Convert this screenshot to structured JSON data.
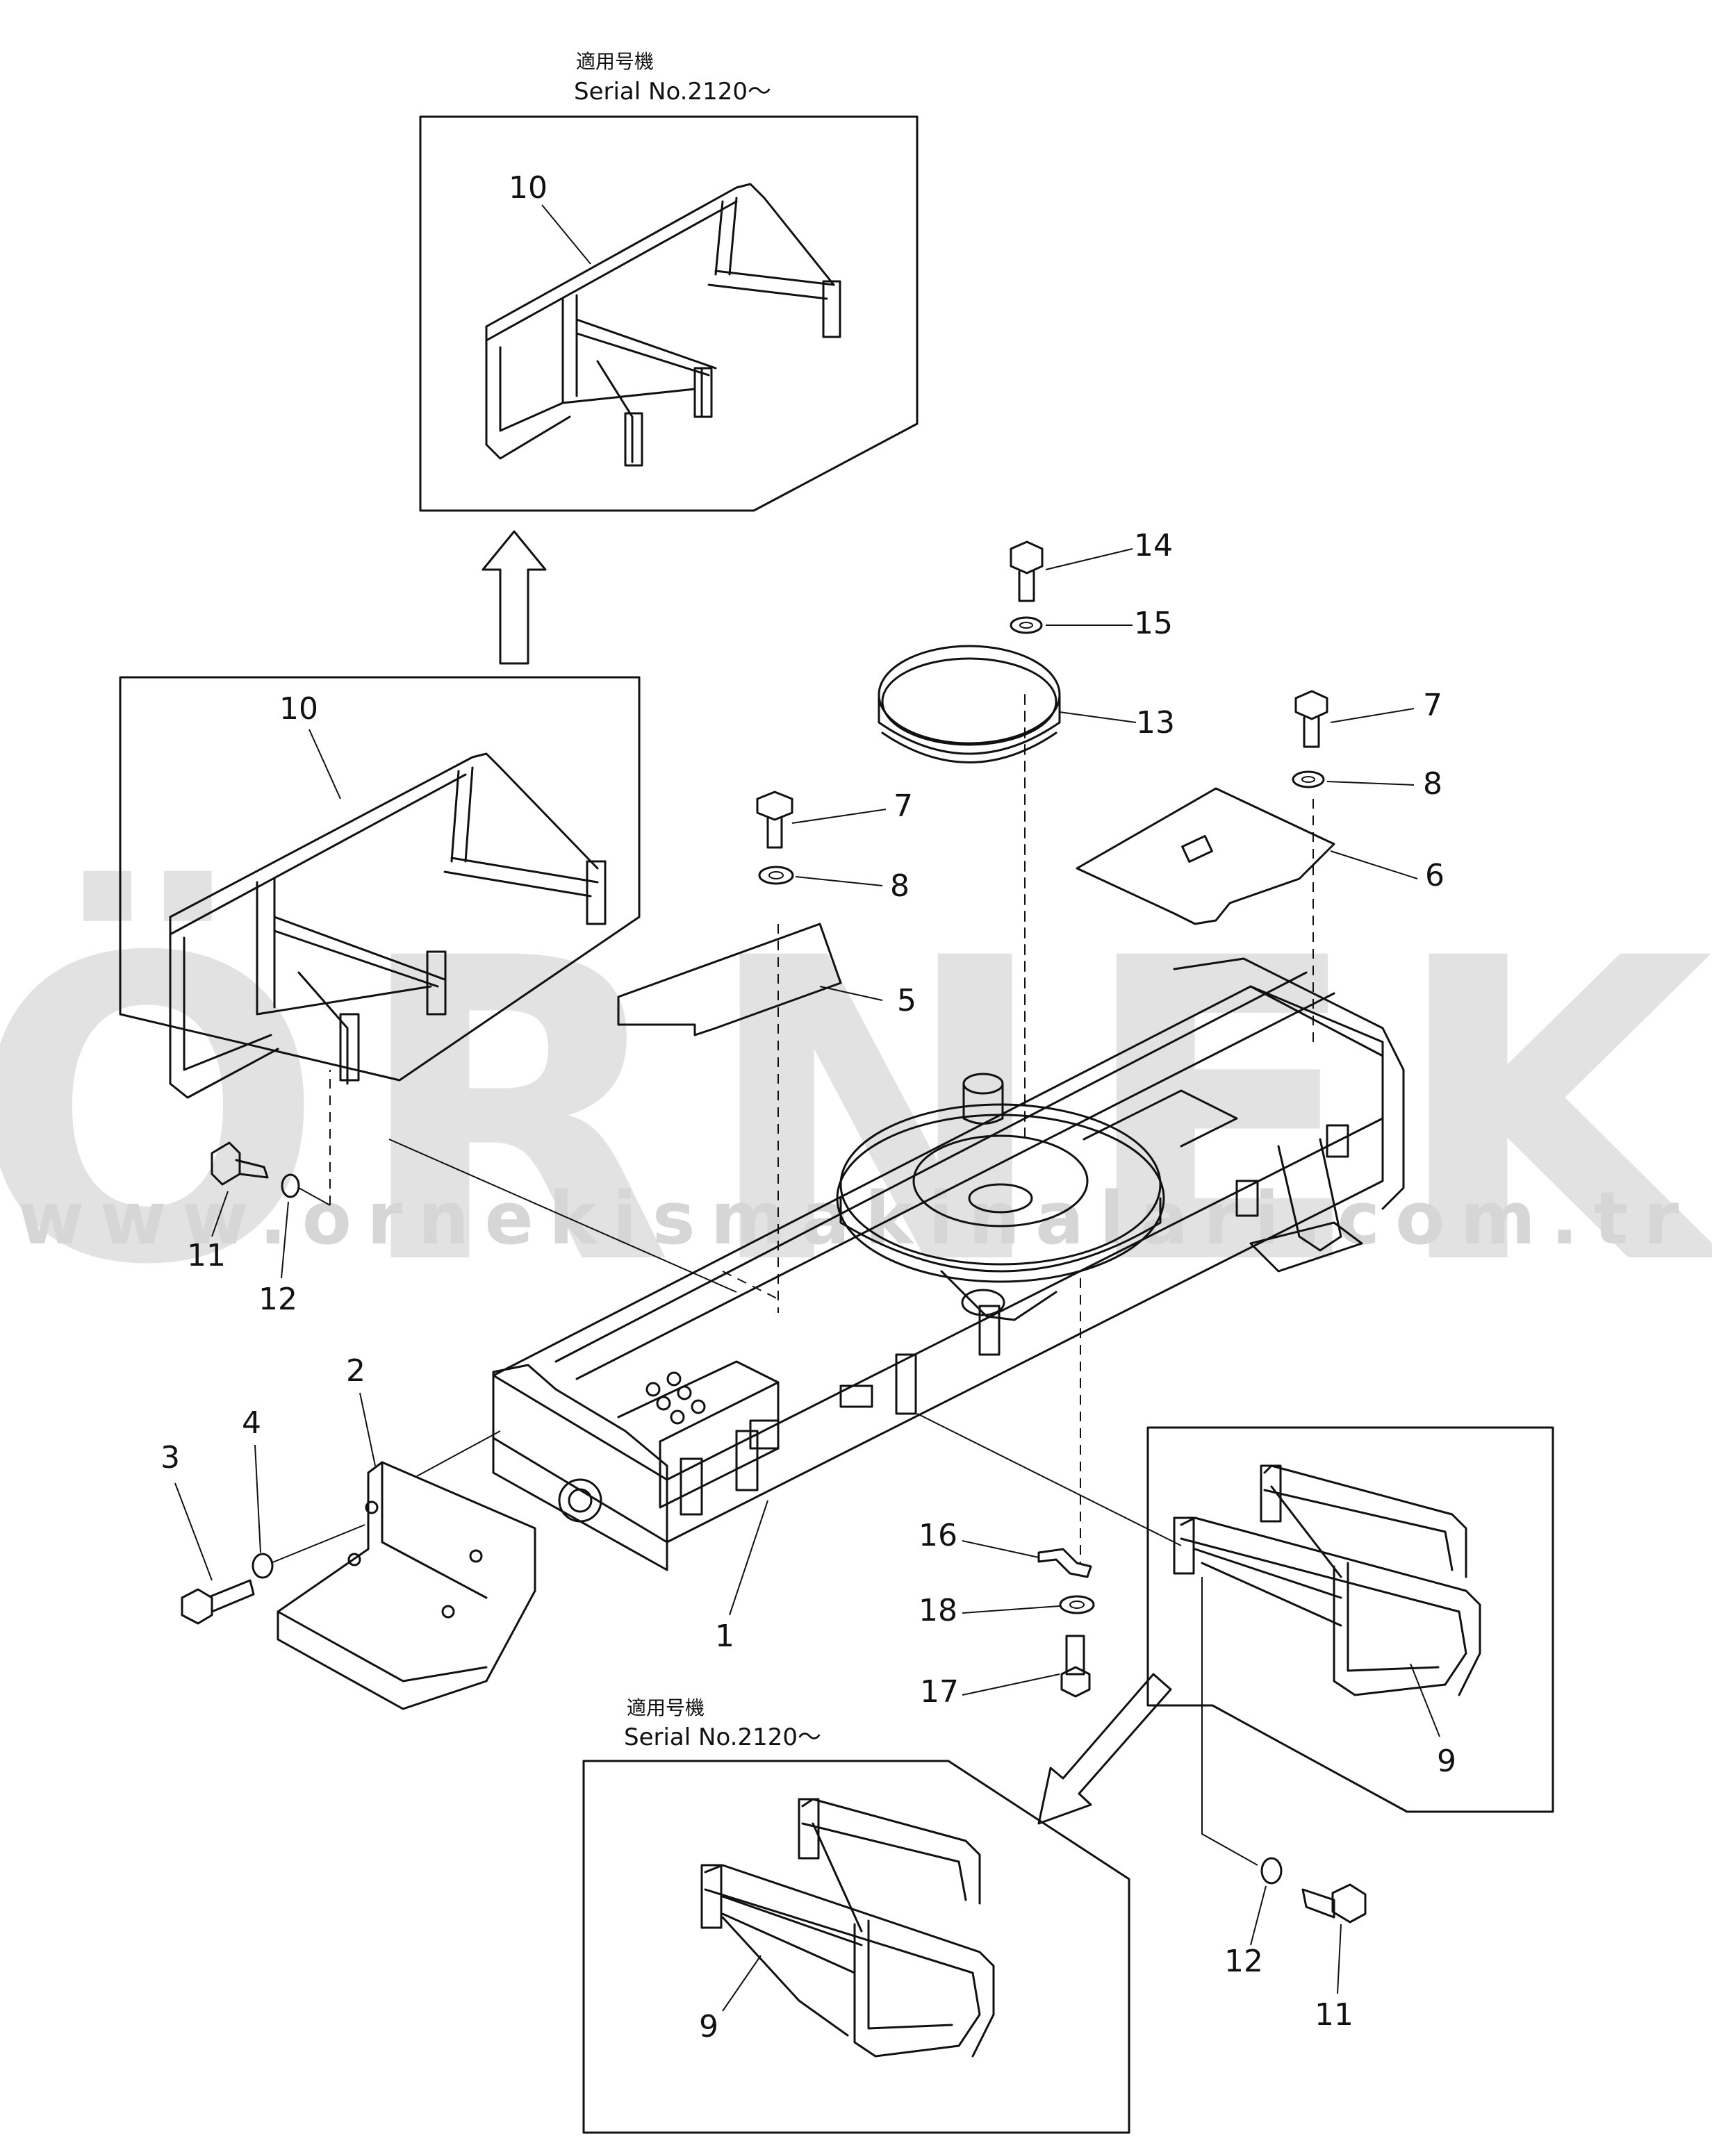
{
  "watermark": {
    "brand": "ÖRNEK",
    "url": "www.ornekismakinalari.com.tr",
    "color": "#e2e2e2"
  },
  "insets": {
    "top_caption_jp": "適用号機",
    "top_caption_serial": "Serial No.2120～",
    "bottom_caption_jp": "適用号機",
    "bottom_caption_serial": "Serial No.2120～"
  },
  "callouts": {
    "c1": "1",
    "c2": "2",
    "c3": "3",
    "c4": "4",
    "c5": "5",
    "c6": "6",
    "c7a": "7",
    "c7b": "7",
    "c8a": "8",
    "c8b": "8",
    "c9a": "9",
    "c9b": "9",
    "c10a": "10",
    "c10b": "10",
    "c11a": "11",
    "c11b": "11",
    "c12a": "12",
    "c12b": "12",
    "c13": "13",
    "c14": "14",
    "c15": "15",
    "c16": "16",
    "c17": "17",
    "c18": "18"
  }
}
